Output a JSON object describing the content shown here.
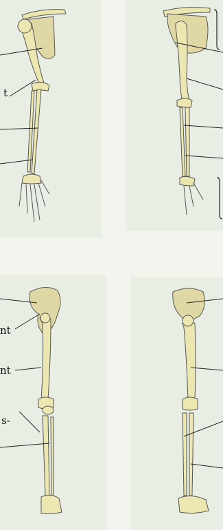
{
  "labels": {
    "arm_front_t": "t",
    "leg_front_nt_1": "nt",
    "leg_front_nt_2": "nt",
    "leg_front_s": "s-"
  },
  "colors": {
    "panel": "#e8eee3",
    "page": "#f4f4ef",
    "bone": "#ece6b0",
    "bone_stroke": "#555",
    "shadow": "#d8cfa8",
    "leader": "#222"
  }
}
